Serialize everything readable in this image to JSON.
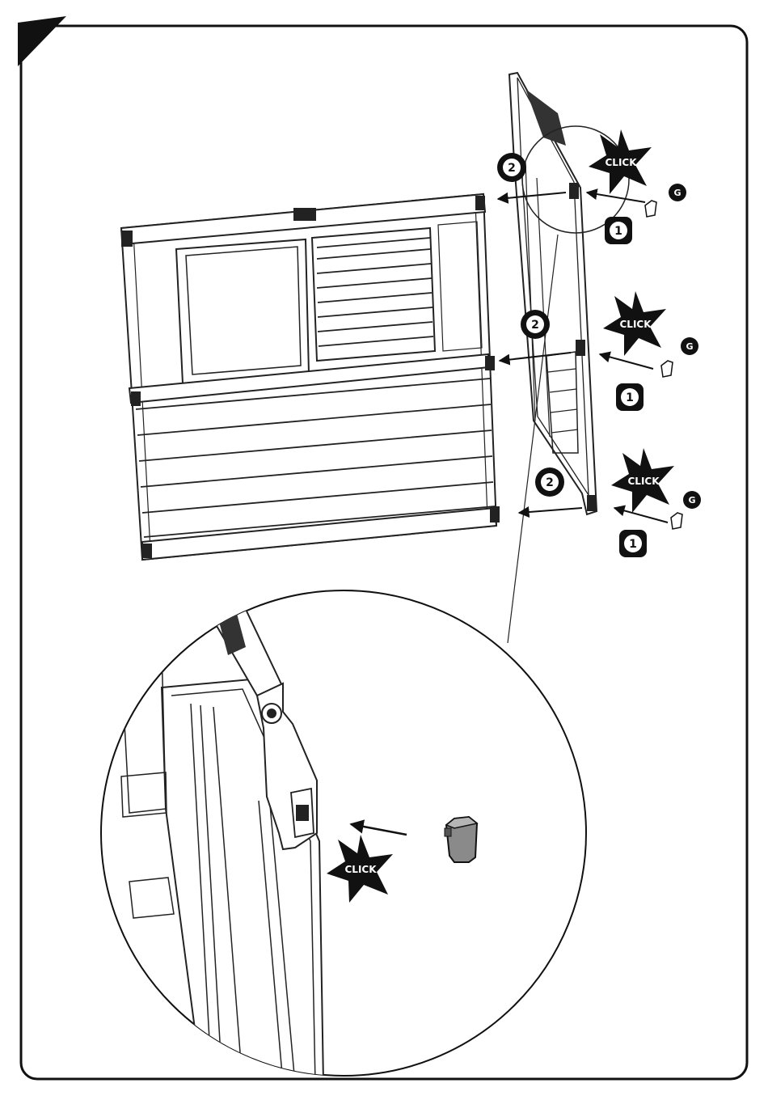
{
  "labels": {
    "click": "CLICK",
    "part": "G",
    "step_one": "1",
    "step_two": "2"
  },
  "colors": {
    "ink": "#111111",
    "paper": "#ffffff",
    "clip_fill": "#8a8a8a",
    "panel_line": "#222222"
  },
  "icons": [
    "corner-tab-icon",
    "click-starburst-icon",
    "part-badge-icon",
    "step-badge-icon",
    "arrow-icon",
    "clip-icon"
  ]
}
